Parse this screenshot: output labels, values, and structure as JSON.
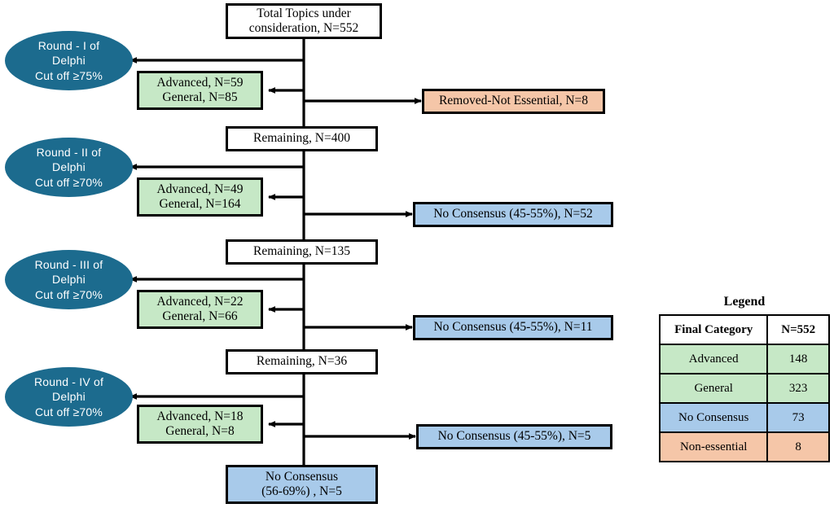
{
  "diagram": {
    "title": "Delphi consensus flowchart",
    "colors": {
      "ellipse_fill": "#1c6b8e",
      "green_fill": "#c6e8c6",
      "blue_fill": "#a8caea",
      "orange_fill": "#f5c6a8",
      "white_fill": "#ffffff",
      "stroke": "#000000"
    },
    "top_box": {
      "line1": "Total Topics under",
      "line2": "consideration, N=552"
    },
    "rounds": [
      {
        "id": "round-1",
        "ellipse": {
          "line1": "Round - I of",
          "line2": "Delphi",
          "line3": "Cut off ≥75%"
        },
        "result": {
          "line1": "Advanced, N=59",
          "line2": "General, N=85"
        },
        "excluded": {
          "label": "Removed-Not Essential, N=8",
          "fill": "orange"
        },
        "remaining": "Remaining, N=400"
      },
      {
        "id": "round-2",
        "ellipse": {
          "line1": "Round - II of",
          "line2": "Delphi",
          "line3": "Cut off ≥70%"
        },
        "result": {
          "line1": "Advanced, N=49",
          "line2": "General, N=164"
        },
        "excluded": {
          "label": "No Consensus (45-55%), N=52",
          "fill": "blue"
        },
        "remaining": "Remaining, N=135"
      },
      {
        "id": "round-3",
        "ellipse": {
          "line1": "Round - III of",
          "line2": "Delphi",
          "line3": "Cut off ≥70%"
        },
        "result": {
          "line1": "Advanced, N=22",
          "line2": "General, N=66"
        },
        "excluded": {
          "label": "No Consensus (45-55%), N=11",
          "fill": "blue"
        },
        "remaining": "Remaining, N=36"
      },
      {
        "id": "round-4",
        "ellipse": {
          "line1": "Round - IV of",
          "line2": "Delphi",
          "line3": "Cut off ≥70%"
        },
        "result": {
          "line1": "Advanced, N=18",
          "line2": "General, N=8"
        },
        "excluded": {
          "label": "No Consensus (45-55%), N=5",
          "fill": "blue"
        },
        "remaining": null
      }
    ],
    "final_box": {
      "line1": "No Consensus",
      "line2": "(56-69%) , N=5"
    }
  },
  "legend": {
    "title": "Legend",
    "headers": [
      "Final Category",
      "N=552"
    ],
    "rows": [
      {
        "category": "Advanced",
        "count": "148",
        "fill": "green"
      },
      {
        "category": "General",
        "count": "323",
        "fill": "green"
      },
      {
        "category": "No Consensus",
        "count": "73",
        "fill": "blue"
      },
      {
        "category": "Non-essential",
        "count": "8",
        "fill": "orange"
      }
    ]
  }
}
